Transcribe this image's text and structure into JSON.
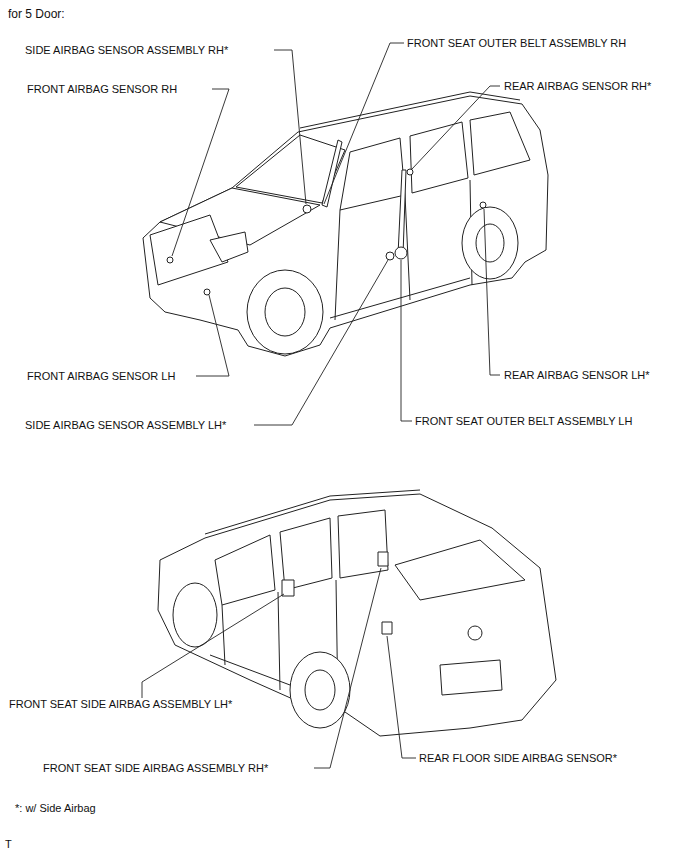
{
  "diagram": {
    "title": "for 5 Door:",
    "labels": [
      "SIDE AIRBAG SENSOR ASSEMBLY RH*",
      "FRONT AIRBAG SENSOR RH",
      "FRONT SEAT OUTER BELT ASSEMBLY RH",
      "REAR AIRBAG SENSOR RH*",
      "FRONT AIRBAG SENSOR LH",
      "REAR AIRBAG SENSOR LH*",
      "SIDE AIRBAG SENSOR ASSEMBLY LH*",
      "FRONT SEAT OUTER BELT ASSEMBLY LH",
      "FRONT SEAT SIDE AIRBAG ASSEMBLY LH*",
      "FRONT SEAT SIDE AIRBAG ASSEMBLY RH*",
      "REAR FLOOR SIDE AIRBAG SENSOR*",
      "*: w/ Side Airbag",
      "T"
    ]
  }
}
